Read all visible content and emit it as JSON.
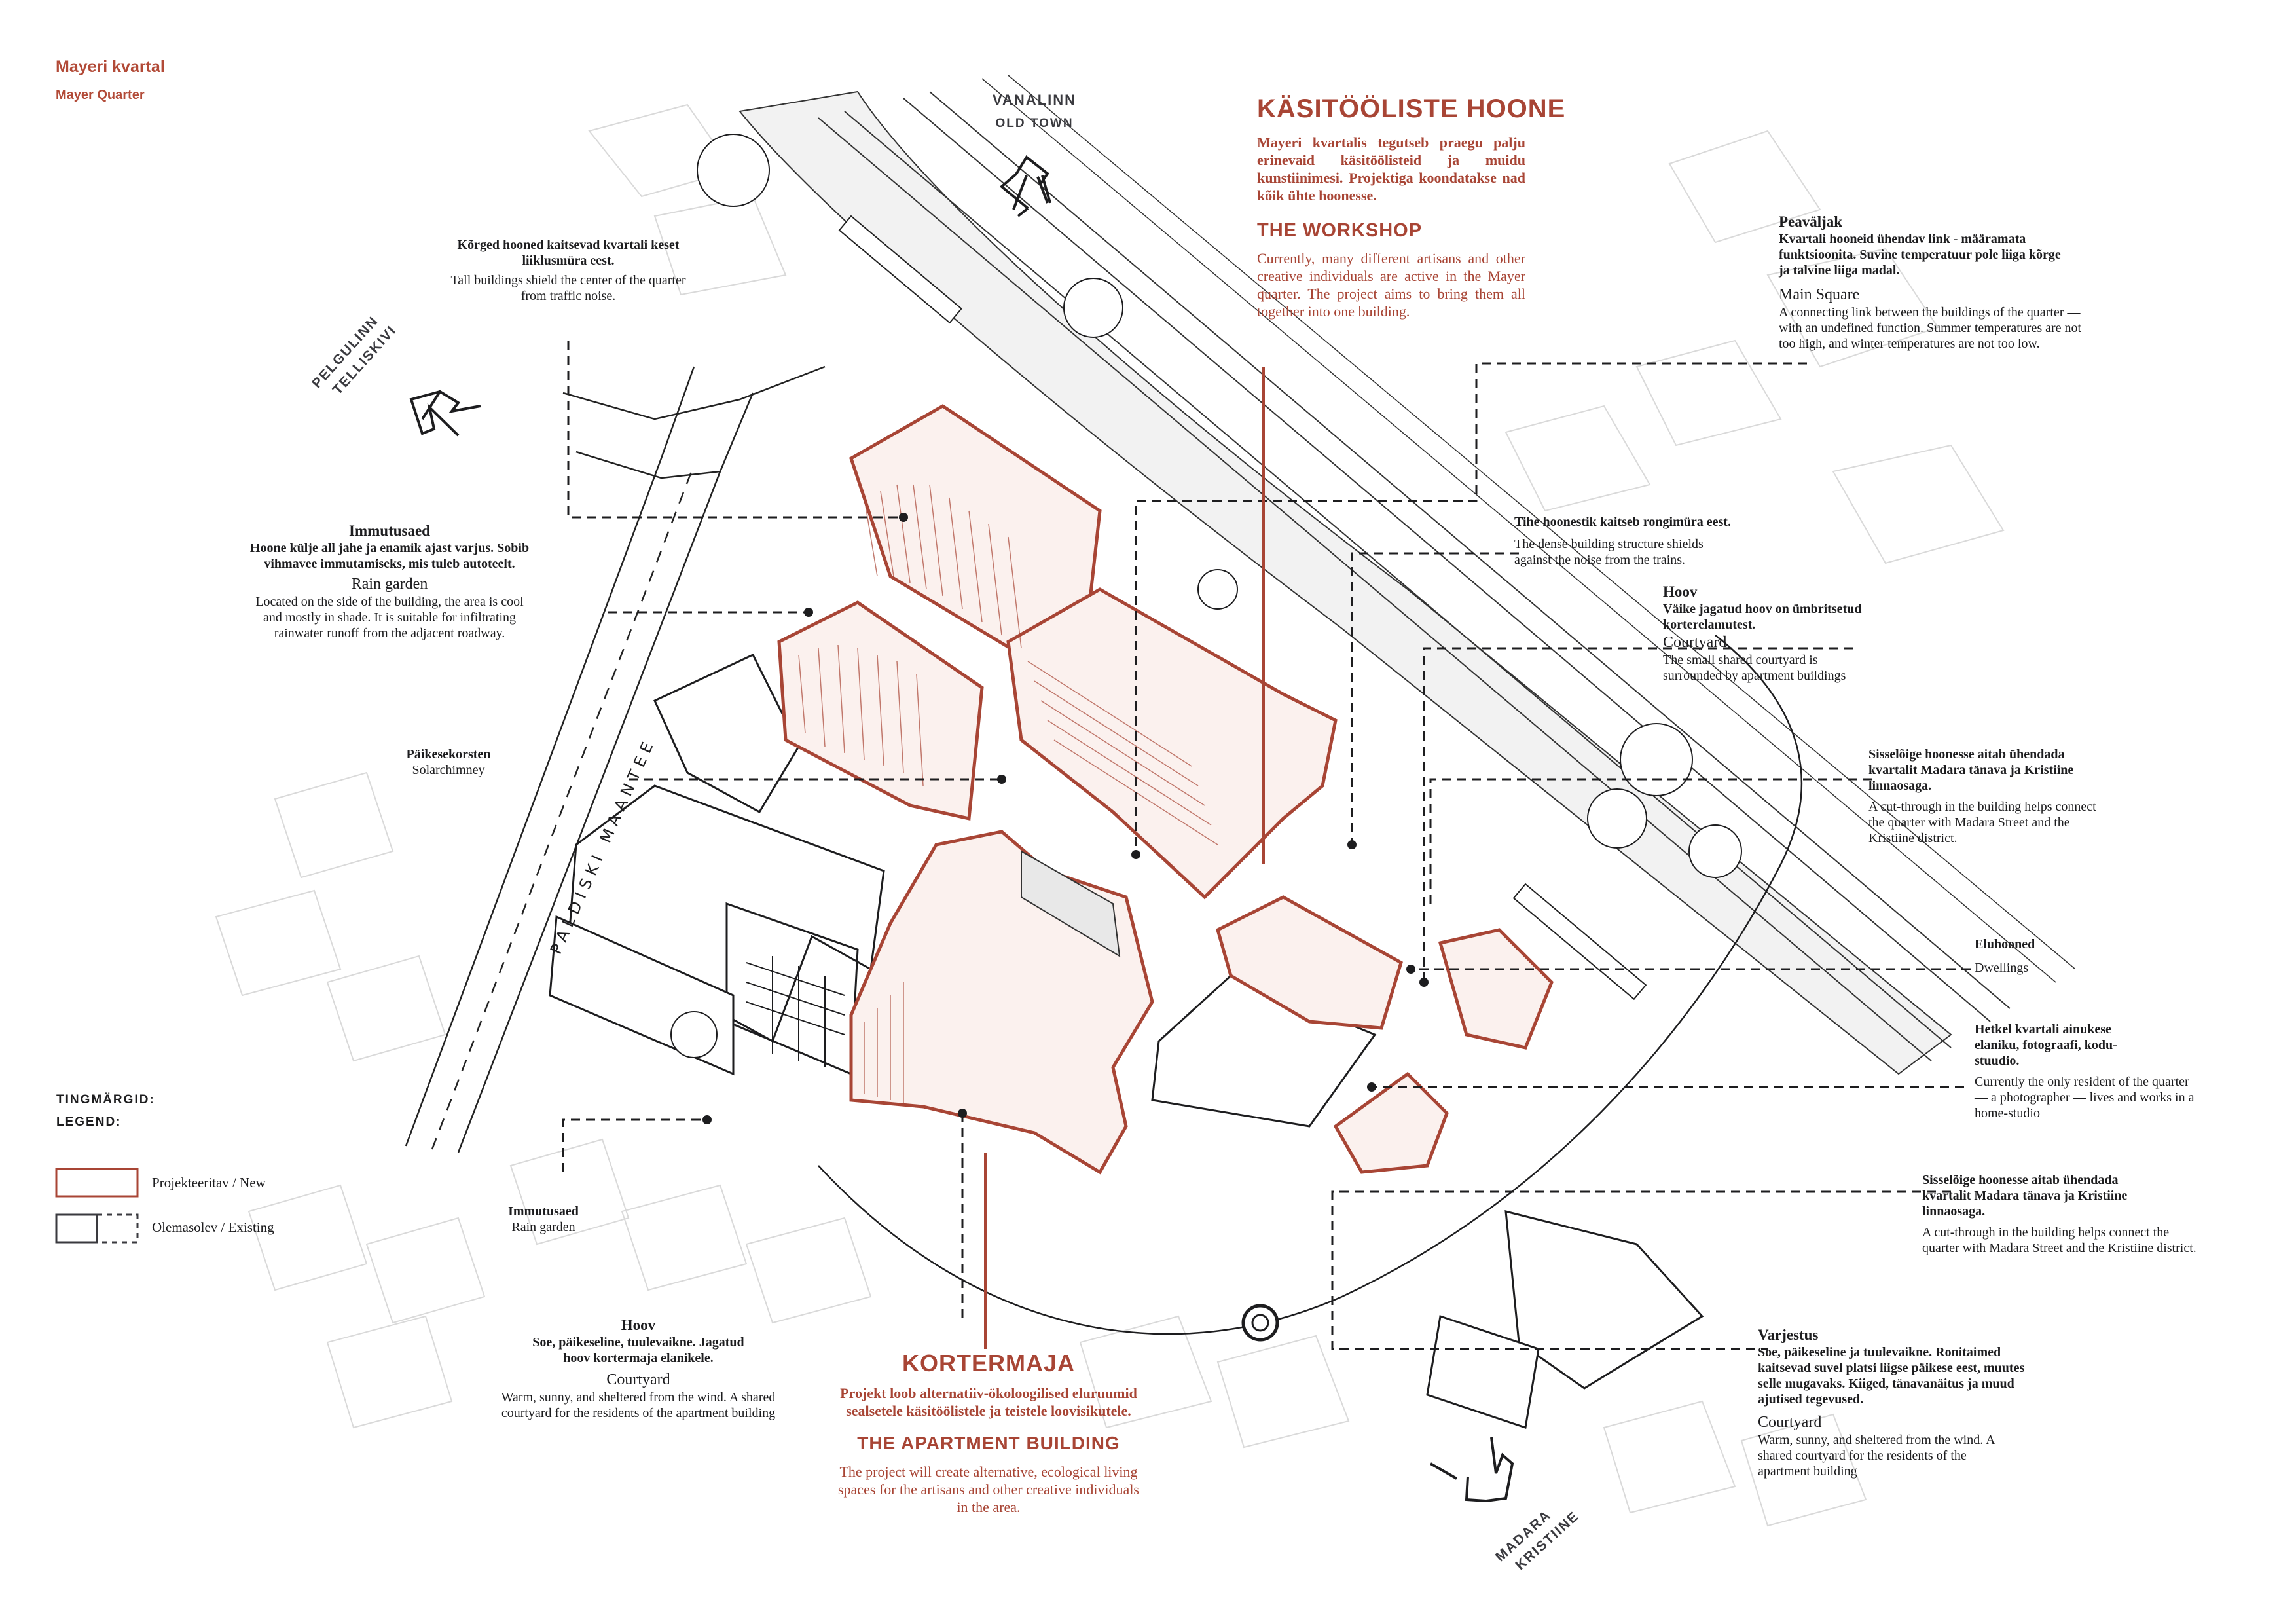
{
  "header": {
    "title_et": "Mayeri kvartal",
    "title_en": "Mayer Quarter"
  },
  "colors": {
    "new_accent": "#a84535",
    "existing": "#1d1d1f",
    "background_buildings": "#d8d8d8"
  },
  "directions": [
    {
      "id": "old-town",
      "line1": "VANALINN",
      "line2": "OLD TOWN",
      "icon": "arrow-up-icon"
    },
    {
      "id": "pelgulinn",
      "line1": "PELGULINN",
      "line2": "TELLISKIVI",
      "icon": "arrow-up-left-icon"
    },
    {
      "id": "madara",
      "line1": "MADARA",
      "line2": "KRISTIINE",
      "icon": "arrow-down-icon"
    }
  ],
  "road_label": "PALDISKI MAANTEE",
  "workshop": {
    "title_et": "KÄSITÖÖLISTE HOONE",
    "text_et": "Mayeri kvartalis tegutseb praegu palju erinevaid käsitöölisteid ja muidu kunstiinimesi. Projektiga koondatakse nad kõik ühte hoonesse.",
    "title_en": "THE WORKSHOP",
    "text_en": "Currently, many different artisans and other creative individuals are active in the Mayer quarter. The project aims to bring them all together into one building."
  },
  "apartment": {
    "title_et": "KORTERMAJA",
    "text_et": "Projekt loob alternatiiv-ökoloogilised eluruumid sealsetele käsitöölistele ja teistele loovisikutele.",
    "title_en": "THE APARTMENT BUILDING",
    "text_en": "The project will create alternative, ecological living spaces for the artisans and other creative individuals in the area."
  },
  "annotations": {
    "noise": {
      "et": "Kõrged hooned kaitsevad kvartali keset liiklusmüra eest.",
      "en": "Tall buildings shield the center of the quarter from traffic noise."
    },
    "rain_garden_top": {
      "head_et": "Immutusaed",
      "et": "Hoone külje all jahe ja enamik ajast varjus. Sobib vihmavee immutamiseks, mis tuleb autoteelt.",
      "head_en": "Rain garden",
      "en": "Located on the side of the building, the area is cool and mostly in shade. It is suitable for infiltrating rainwater runoff from the adjacent roadway."
    },
    "solar_chimney": {
      "head_et": "Päikesekorsten",
      "head_en": "Solarchimney"
    },
    "rain_garden_bottom": {
      "head_et": "Immutusaed",
      "head_en": "Rain garden"
    },
    "courtyard_apartment": {
      "head_et": "Hoov",
      "et": "Soe, päikeseline, tuulevaikne. Jagatud hoov kortermaja elanikele.",
      "head_en": "Courtyard",
      "en": "Warm, sunny, and sheltered from the wind. A shared courtyard for the residents of the apartment building"
    },
    "main_square": {
      "head_et": "Peaväljak",
      "et": "Kvartali hooneid ühendav link - määramata funktsioonita. Suvine temperatuur pole liiga kõrge ja talvine liiga madal.",
      "head_en": "Main Square",
      "en": "A connecting link between the buildings of the quarter — with an undefined function. Summer temperatures are not too high, and winter temperatures are not too low."
    },
    "train_noise": {
      "et": "Tihe hoonestik kaitseb rongimüra eest.",
      "en": "The dense building structure shields against the noise from the trains."
    },
    "courtyard_small": {
      "head_et": "Hoov",
      "et": "Väike jagatud hoov on ümbritsetud korterelamutest.",
      "head_en": "Courtyard",
      "en": "The small shared courtyard is surrounded by apartment buildings"
    },
    "cut_through_1": {
      "et": "Sisselõige hoonesse aitab ühendada kvartalit Madara tänava ja Kristiine linnaosaga.",
      "en": "A cut-through in the building helps connect the quarter with Madara Street and the Kristiine district."
    },
    "dwellings": {
      "head_et": "Eluhooned",
      "head_en": "Dwellings"
    },
    "photographer": {
      "et": "Hetkel kvartali ainukese elaniku, fotograafi, kodu-stuudio.",
      "en": "Currently the only resident of the quarter — a photographer — lives and works in a home-studio"
    },
    "cut_through_2": {
      "et": "Sisselõige hoonesse aitab ühendada kvartalit Madara tänava ja Kristiine linnaosaga.",
      "en": "A cut-through in the building helps connect the quarter with Madara Street and the Kristiine district."
    },
    "shelter": {
      "head_et": "Varjestus",
      "et": "Soe, päikeseline ja tuulevaikne. Ronitaimed kaitsevad suvel platsi liigse päikese eest, muutes selle mugavaks. Kiiged, tänavanäitus ja muud ajutised tegevused.",
      "head_en": "Courtyard",
      "en": "Warm, sunny, and sheltered from the wind. A shared courtyard for the residents of the apartment building"
    }
  },
  "legend": {
    "title_et": "TINGMÄRGID:",
    "title_en": "LEGEND:",
    "items": [
      {
        "label": "Projekteeritav / New",
        "style": "new"
      },
      {
        "label": "Olemasolev / Existing",
        "style": "existing"
      }
    ]
  }
}
